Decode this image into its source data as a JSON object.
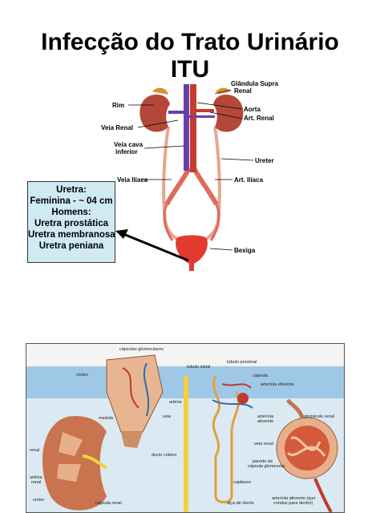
{
  "title": {
    "line1": "Infecção do Trato Urinário",
    "line2": "ITU"
  },
  "anatomy_labels": {
    "rim": "Rim",
    "veia_renal": "Veia Renal",
    "veia_cava_1": "Veia cava",
    "veia_cava_2": "inferior",
    "veia_iliaca": "Veia Ilíaca",
    "glandula_1": "Glândula Supra",
    "glandula_2": "Renal",
    "aorta": "Aorta",
    "art_renal": "Art. Renal",
    "ureter": "Ureter",
    "art_iliaca": "Art. Ilíaca",
    "bexiga": "Bexiga"
  },
  "urethra_box": {
    "line1": "Uretra:",
    "line2": "Feminina - ~ 04 cm",
    "line3": "Homens:",
    "line4": "Uretra prostática",
    "line5": "Uretra membranosa",
    "line6": "Uretra peniana"
  },
  "nephron_labels": {
    "capsulas": "cápsulas glomerulares",
    "tubulo_distal": "túbulo distal",
    "tubulo_proximal": "túbulo proximal",
    "cortex": "córtex",
    "capsula": "cápsula",
    "arteriola_eferente": "arteríola eferente",
    "glomerulo": "glomérulo renal",
    "arteria": "artéria",
    "medula": "medula",
    "veia": "veia",
    "arteriola_aferente_1": "arteríola",
    "arteriola_aferente_2": "aferente",
    "veia_renal": "veia renal",
    "renal": "renal",
    "ducto": "ducto coletor",
    "parede_1": "parede da",
    "parede_2": "cápsula glomerular",
    "arteria_renal_1": "artéria",
    "arteria_renal_2": "renal",
    "capilares": "capilares",
    "ureter": "ureter",
    "capsula_renal": "cápsula renal",
    "alca": "alça de Henle",
    "aferente_1": "arteríola aferente (que",
    "aferente_2": "conduz para dentro)"
  },
  "colors": {
    "kidney": "#b5473a",
    "aorta": "#c63b2d",
    "vein": "#6a3fa8",
    "ureter": "#e8a58d",
    "bladder": "#e23a2e",
    "box_fill": "#cfeaf3",
    "panel_blue": "#9fc8e6"
  }
}
